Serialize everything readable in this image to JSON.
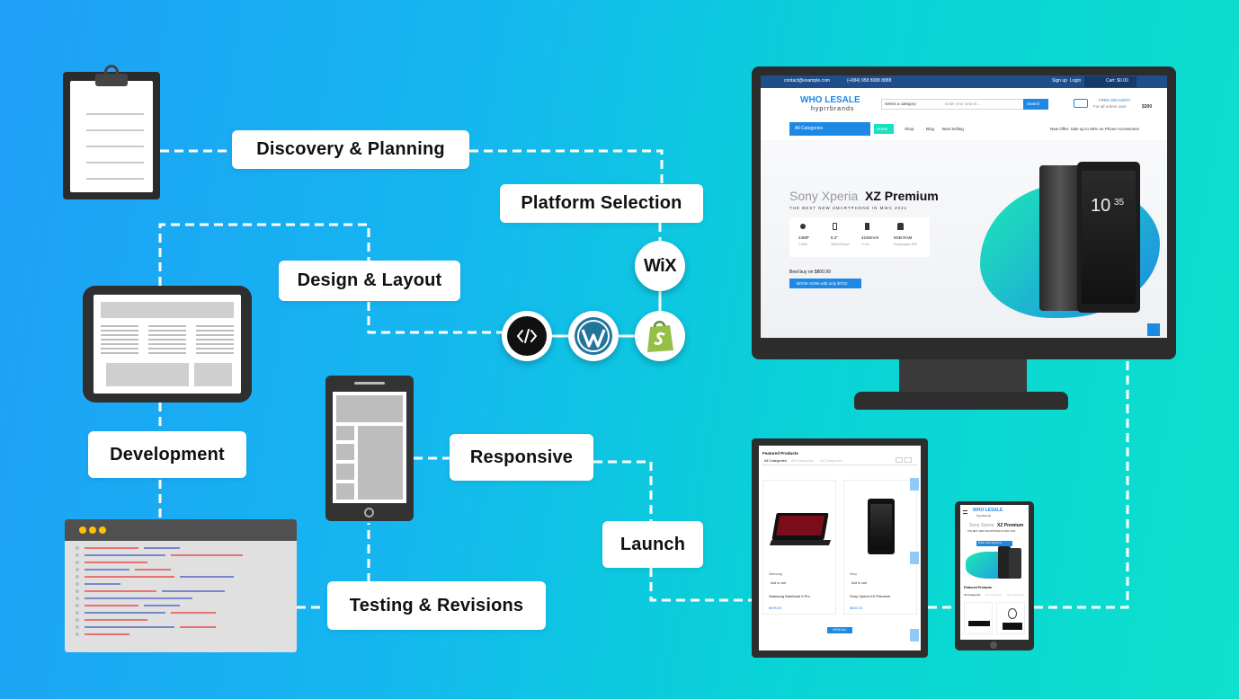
{
  "steps": {
    "discovery": "Discovery & Planning",
    "platform": "Platform Selection",
    "design": "Design & Layout",
    "development": "Development",
    "responsive": "Responsive",
    "launch": "Launch",
    "testing": "Testing & Revisions"
  },
  "platforms": {
    "wix": "WiX"
  },
  "site": {
    "contact": "contact@example.com",
    "phone": "(+084) 958 8088 8888",
    "signup": "Sign up",
    "login": "Login",
    "cart": "Cart: $0.00",
    "logo_top": "WHO LESALE",
    "logo_bottom": "hyprrbrands",
    "category_select": "Select a category",
    "search_placeholder": "Enter your search...",
    "search_button": "Search",
    "delivery_title": "FREE DELIVERY",
    "delivery_sub": "For all orders over",
    "delivery_amount": "$300",
    "all_categories": "All Categories",
    "nav_home": "Home",
    "nav_shop": "Shop",
    "nav_blog": "Blog",
    "nav_best": "Best Selling",
    "offer": "New Offer: Sale up to 50% on Phone Accessories",
    "hero_brand": "Sony Xperia",
    "hero_model": "XZ Premium",
    "hero_sub": "THE BEST NEW SMARTPHONE IN MWC 2021",
    "specs": [
      {
        "value": "24MP",
        "unit": "2.6Mp"
      },
      {
        "value": "5.2\"",
        "unit": "3840x2160px"
      },
      {
        "value": "4230mAh",
        "unit": "Li-Ion"
      },
      {
        "value": "6GB RAM",
        "unit": "Snapdragon 835"
      }
    ],
    "price_line": "Best buy on $800.99",
    "cta": "BOOK NOW with only $7/22",
    "phone_time": "10",
    "phone_time2": "35"
  },
  "tablet": {
    "featured": "Featured Products",
    "tabs": [
      "All Categories",
      "All Categories",
      "All Categories"
    ],
    "products": [
      {
        "brand": "Samsung",
        "name": "Samsung Notebook 9 Pro",
        "price": "$999.00",
        "add": "Add to cart"
      },
      {
        "brand": "Sony",
        "name": "Sony Xperia XZ Premium",
        "price": "$800.00",
        "add": "Add to cart"
      }
    ],
    "view_all": "VIEW ALL"
  },
  "mobile": {
    "logo_top": "WHO LESALE",
    "logo_bottom": "hyprrbrands",
    "hero_brand": "Sony Xperia",
    "hero_model": "XZ Premium",
    "hero_sub": "THE BEST NEW SMARTPHONE IN MWC 2021",
    "cta": "BOOK NOW with $7/22",
    "featured": "Featured Products",
    "tabs": [
      "All Categories",
      "All Categories",
      "All Categories"
    ]
  },
  "colors": {
    "accent": "#1e88e5",
    "dash": "#ffffff",
    "monitor": "#2c2c2c",
    "teal": "#18e0c2",
    "code_red": "#e57373",
    "code_blue": "#7986cb"
  }
}
